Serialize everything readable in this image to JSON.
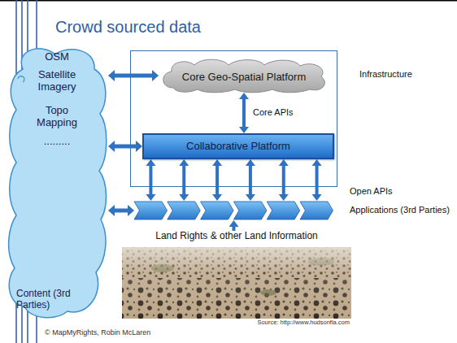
{
  "diagram": {
    "title": "Crowd sourced data",
    "nodes": [
      {
        "text": [
          "OSM",
          "Satellite Imagery",
          "Topo Mapping",
          ".........",
          "Content (3rd Parties)"
        ]
      },
      {
        "text": [
          "Infrastructure"
        ]
      },
      {
        "text": [
          "Core Geo-Spatial Platform"
        ],
        "in": 1
      },
      {
        "text": [
          "Collaborative Platform"
        ],
        "in": 1
      },
      {
        "text": [
          "Applications (3rd Parties)"
        ]
      },
      {
        "text": [
          "Land Rights & other Land Information",
          "Source: http://www.hudsonfla.com"
        ]
      }
    ],
    "edges": [
      {
        "from": 0,
        "to": 2,
        "arrow": "both"
      },
      {
        "from": 2,
        "to": 3,
        "arrow": "both",
        "label": "Core APIs"
      },
      {
        "from": 3,
        "to": 4,
        "arrow": "both"
      },
      {
        "from": 5,
        "to": 4,
        "arrow": "to"
      },
      {
        "from": 0,
        "to": 3,
        "arrow": "both"
      },
      {
        "from": 0,
        "to": 4,
        "arrow": "both"
      }
    ],
    "labels": [
      "Open APIs",
      "© MapMyRights, Robin McLaren"
    ]
  }
}
